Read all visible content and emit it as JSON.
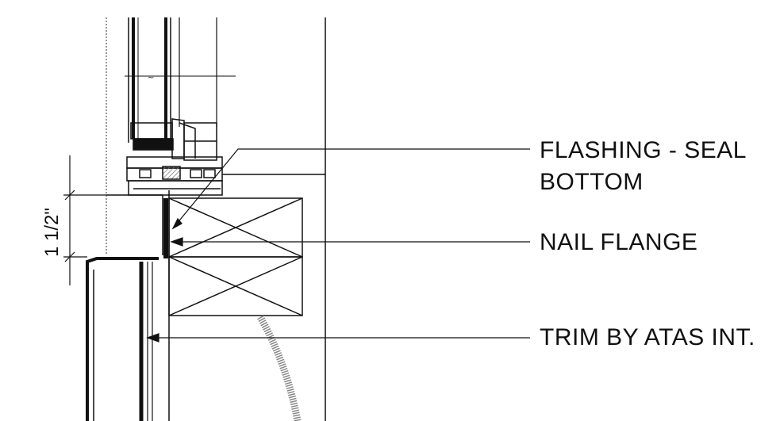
{
  "callouts": {
    "flashing_line1": "FLASHING - SEAL",
    "flashing_line2": "BOTTOM",
    "nail_flange": "NAIL FLANGE",
    "trim": "TRIM BY ATAS INT."
  },
  "dimension": {
    "height_label": "1 1/2\""
  },
  "colors": {
    "line": "#111111",
    "background": "#ffffff",
    "hatch": "#888888"
  }
}
